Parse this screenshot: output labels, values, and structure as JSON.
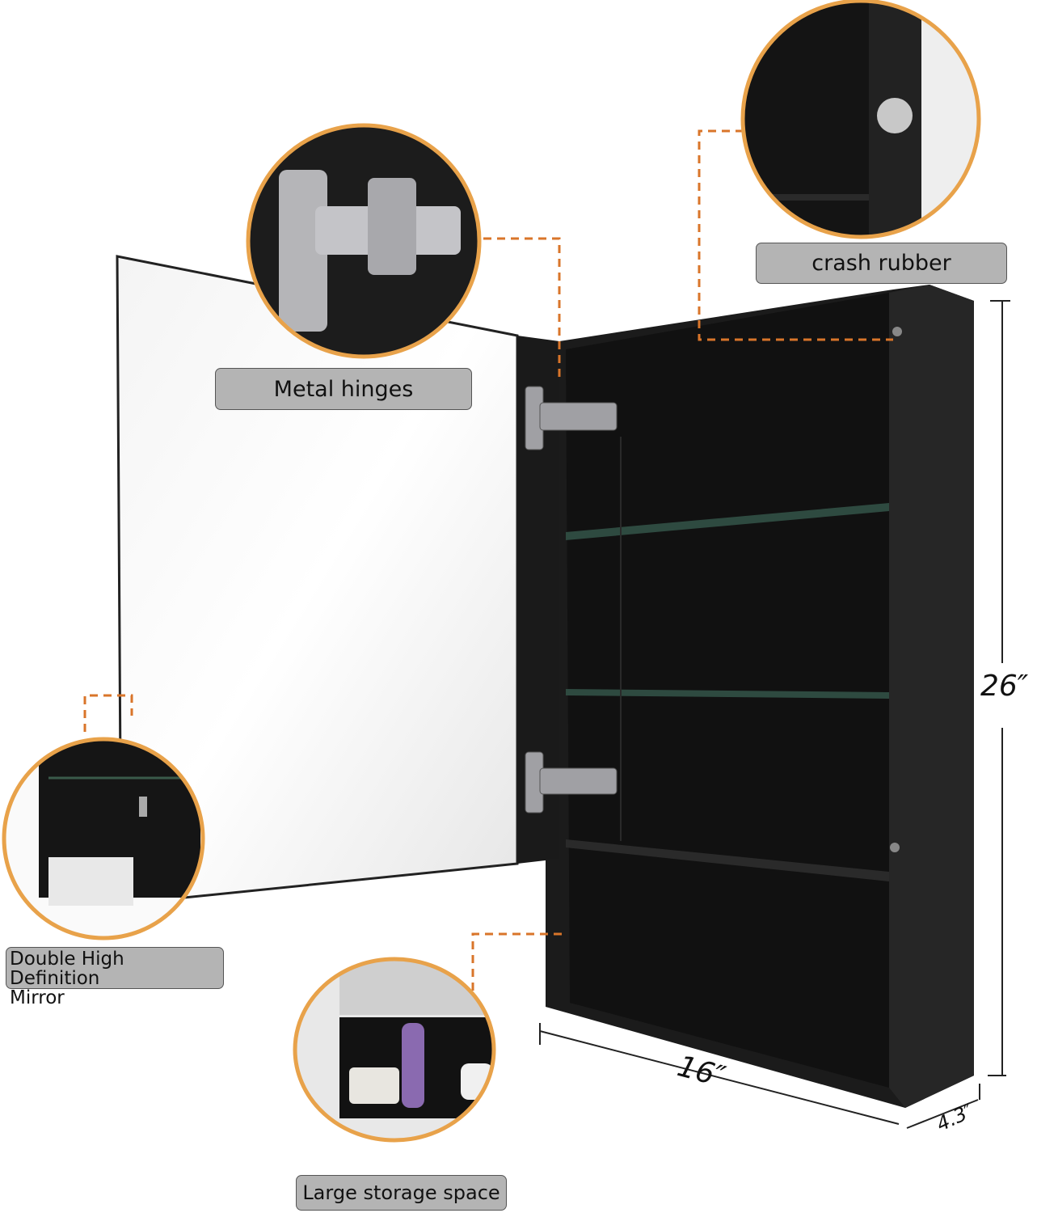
{
  "labels": {
    "hinges": "Metal hinges",
    "rubber": "crash rubber",
    "mirror_line1": "Double High Definition",
    "mirror_line2": "Mirror",
    "storage": "Large storage space"
  },
  "dimensions": {
    "height": "26″",
    "width": "16″",
    "depth": "4.3″"
  },
  "colors": {
    "accent": "#d9752a",
    "circle_border": "#e8a24a",
    "cabinet": "#1c1c1c",
    "label_bg": "#b4b4b4"
  }
}
